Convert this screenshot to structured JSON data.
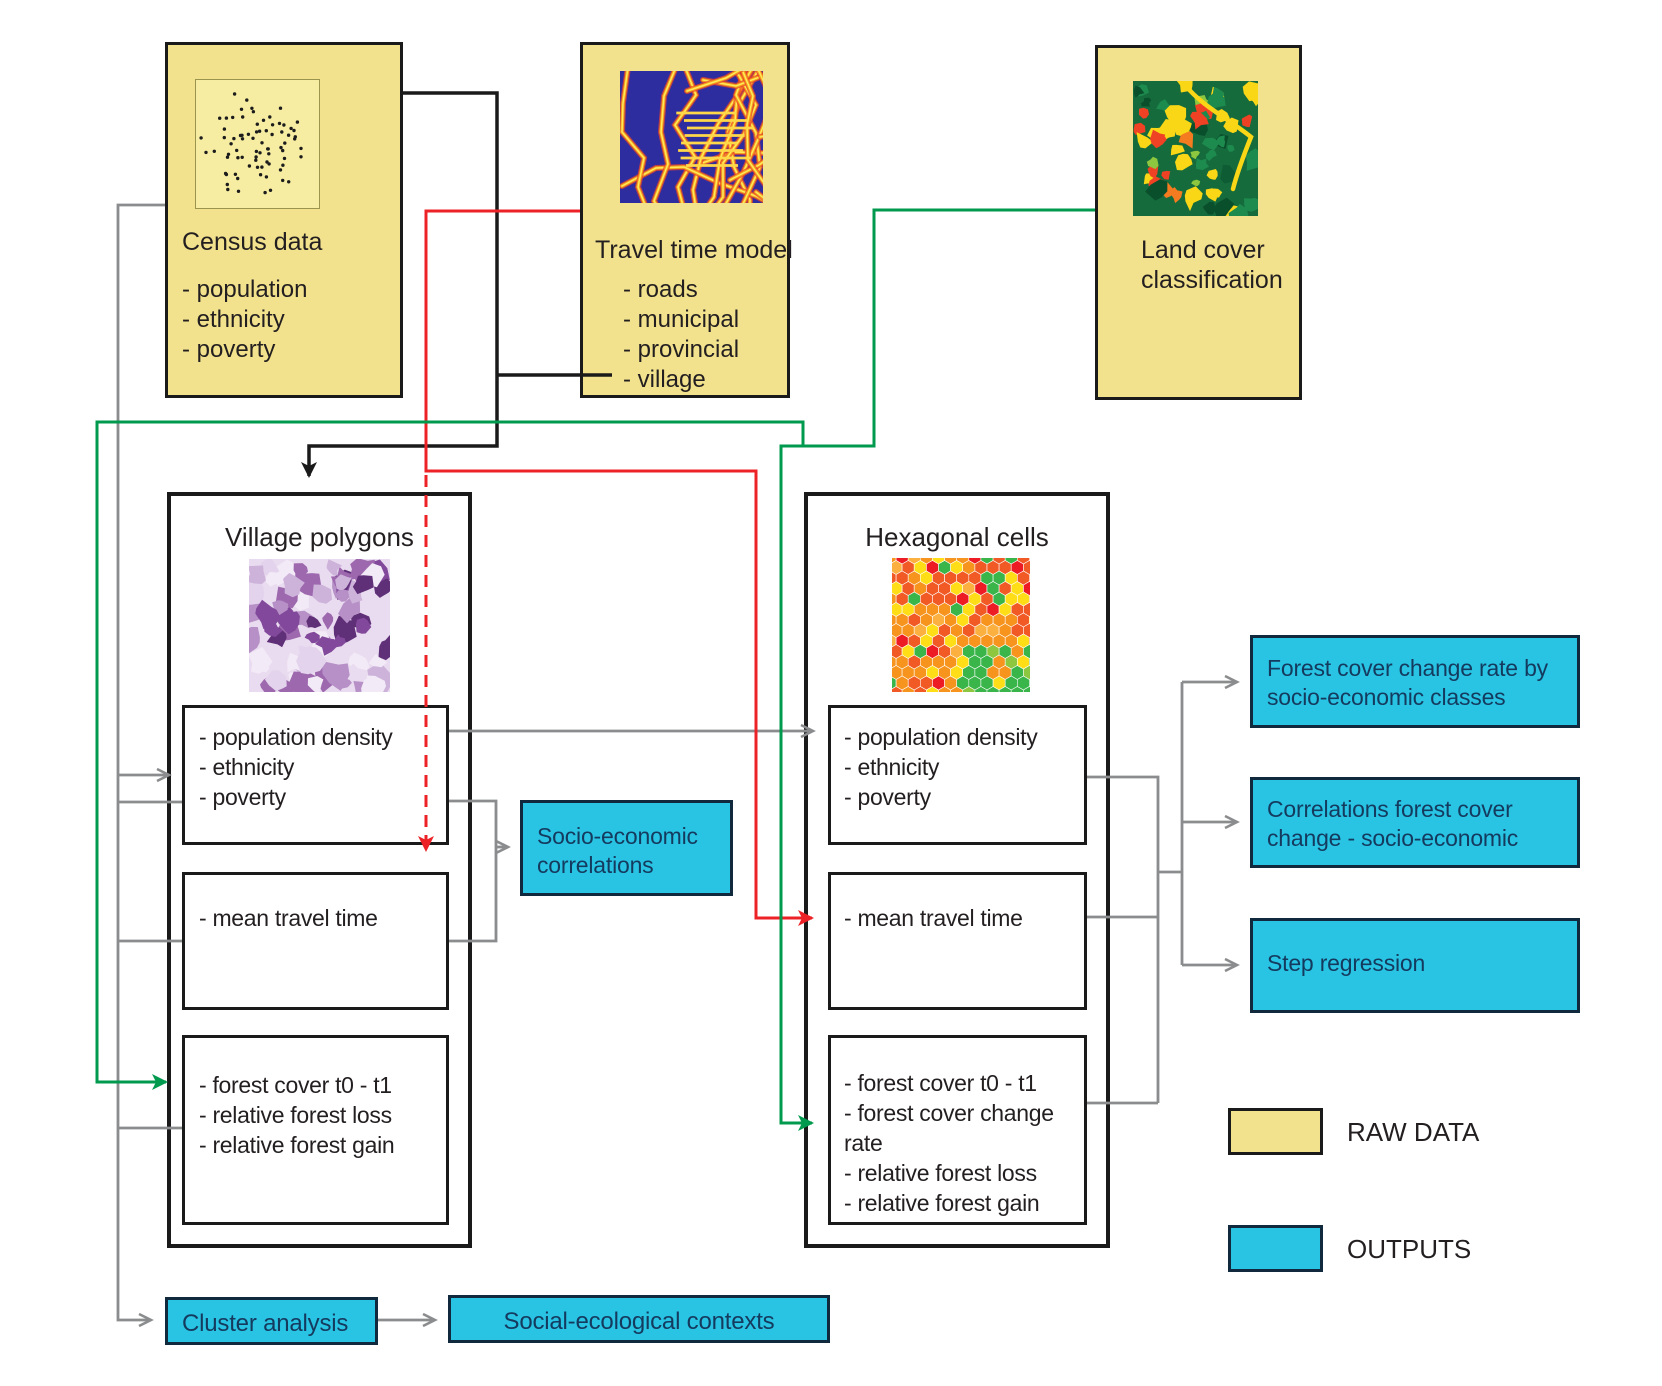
{
  "census": {
    "title": "Census data",
    "items": [
      "- population",
      "- ethnicity",
      "- poverty"
    ]
  },
  "travel_model": {
    "title": "Travel time model",
    "items": [
      "- roads",
      "- municipal",
      "- provincial",
      "- village"
    ]
  },
  "land_cover": {
    "title": "Land cover classification"
  },
  "village": {
    "title": "Village polygons",
    "socio_box": [
      "- population density",
      "- ethnicity",
      "- poverty"
    ],
    "travel_box": [
      "- mean travel time"
    ],
    "forest_box": [
      "- forest cover t0 - t1",
      "- relative forest loss",
      "- relative forest gain"
    ]
  },
  "hexagonal": {
    "title": "Hexagonal cells",
    "socio_box": [
      "- population density",
      "- ethnicity",
      "- poverty"
    ],
    "travel_box": [
      "- mean travel time"
    ],
    "forest_box": [
      "- forest cover t0 - t1",
      "- forest cover change rate",
      "- relative forest loss",
      "- relative forest gain"
    ]
  },
  "outputs": {
    "socio_correlations": "Socio-economic correlations",
    "forest_change_by_class": "Forest cover change rate by socio-economic classes",
    "correlations_forest_socio": "Correlations forest cover change - socio-economic",
    "step_regression": "Step regression",
    "cluster_analysis": "Cluster analysis",
    "social_ecological": "Social-ecological contexts"
  },
  "legend": {
    "raw_data": "RAW DATA",
    "outputs": "OUTPUTS"
  },
  "icons": {
    "census_thumb": "census-dot-map-thumbnail",
    "travel_thumb": "travel-time-heatmap-thumbnail",
    "land_thumb": "land-cover-map-thumbnail",
    "village_thumb": "village-polygons-map-thumbnail",
    "hex_thumb": "hexagonal-cells-map-thumbnail"
  },
  "colors": {
    "raw_fill": "#f2e28d",
    "output_fill": "#29c4e4",
    "connector_gray": "#8a8c8e",
    "connector_black": "#1a1a1a",
    "connector_red": "#ec2227",
    "connector_green": "#009a4e",
    "text_dark": "#231f20",
    "text_navy": "#143a5e"
  }
}
